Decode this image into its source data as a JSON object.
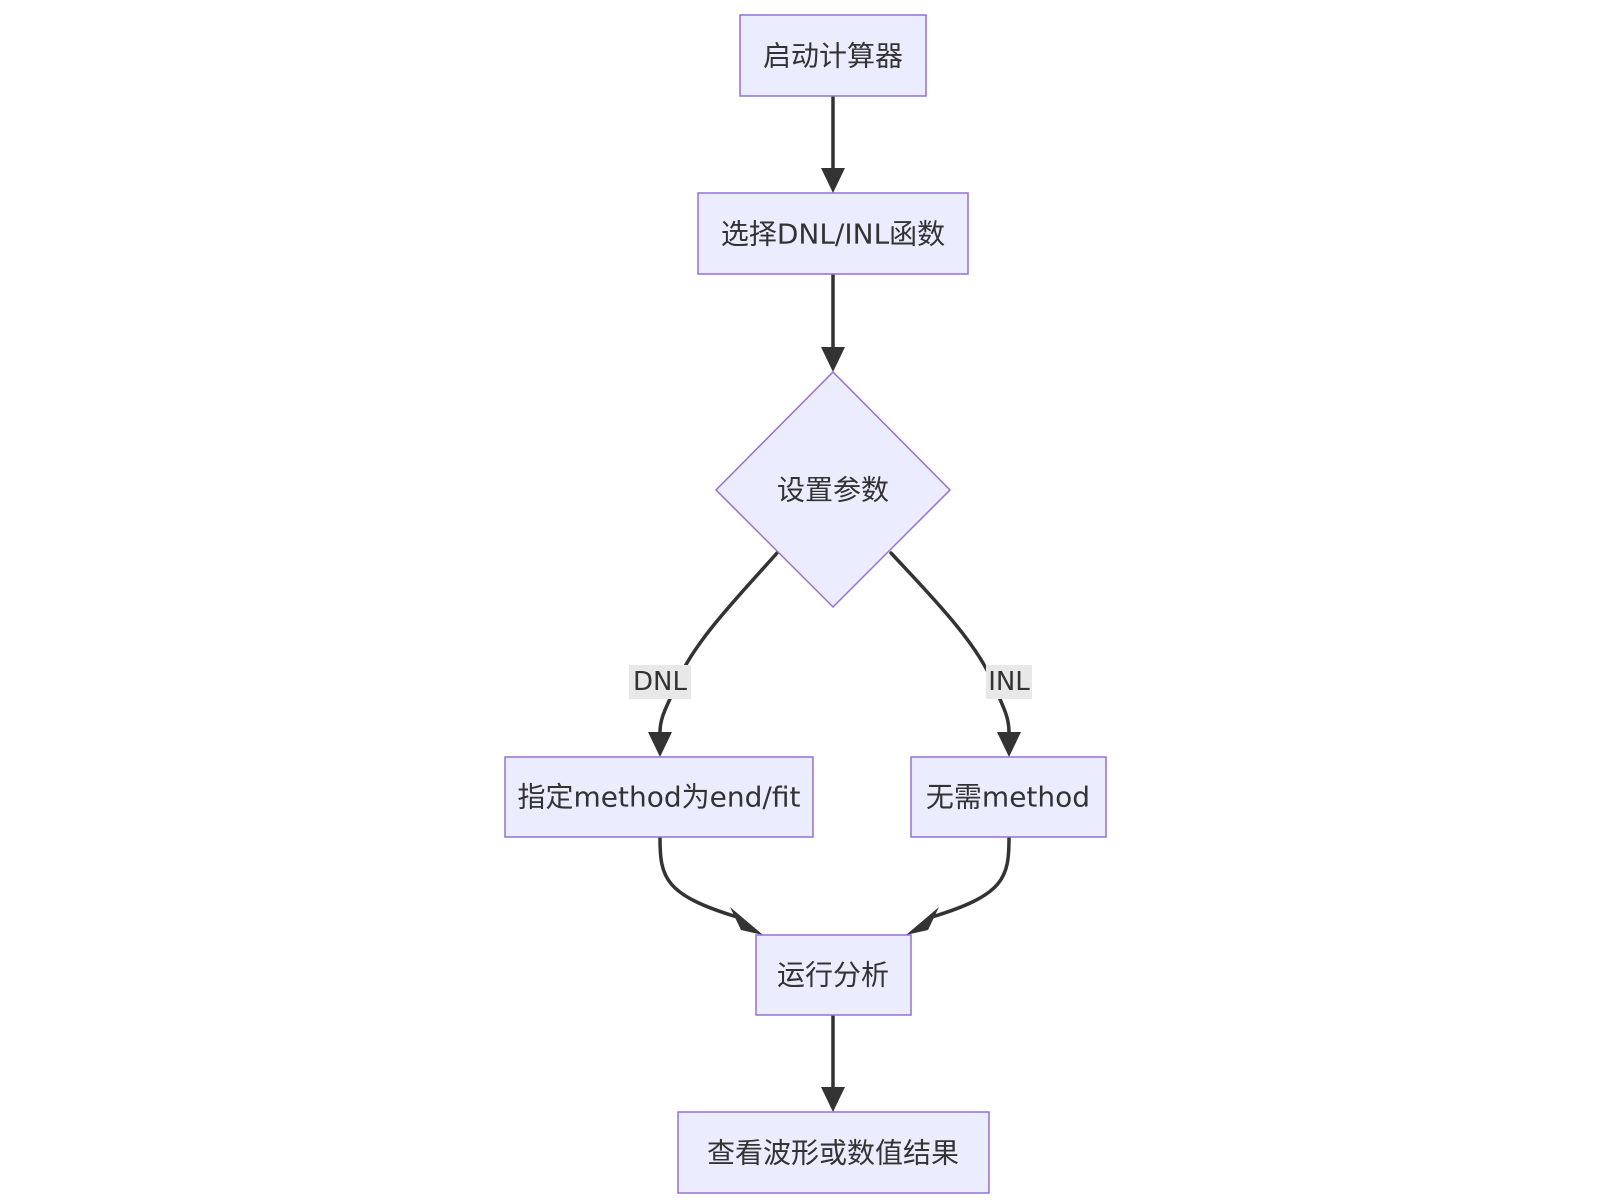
{
  "flowchart": {
    "nodes": {
      "start": {
        "label": "启动计算器"
      },
      "select_function": {
        "label": "选择DNL/INL函数"
      },
      "set_params": {
        "label": "设置参数"
      },
      "dnl_method": {
        "label": "指定method为end/fit"
      },
      "inl_no_method": {
        "label": "无需method"
      },
      "run_analysis": {
        "label": "运行分析"
      },
      "view_results": {
        "label": "查看波形或数值结果"
      }
    },
    "edges": {
      "to_dnl": {
        "label": "DNL"
      },
      "to_inl": {
        "label": "INL"
      }
    }
  }
}
